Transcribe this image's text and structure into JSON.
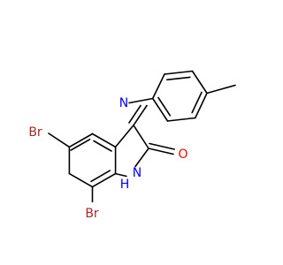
{
  "molecule": {
    "colors": {
      "bond": "#000000",
      "nitrogen": "#0000ff",
      "oxygen": "#ff0000",
      "bromine": "#a52a2a"
    },
    "atoms": {
      "br_top": "Br",
      "br_bottom": "Br",
      "n_imine": "N",
      "n_amide": "N",
      "h_amide": "H",
      "o_carbonyl": "O"
    }
  }
}
